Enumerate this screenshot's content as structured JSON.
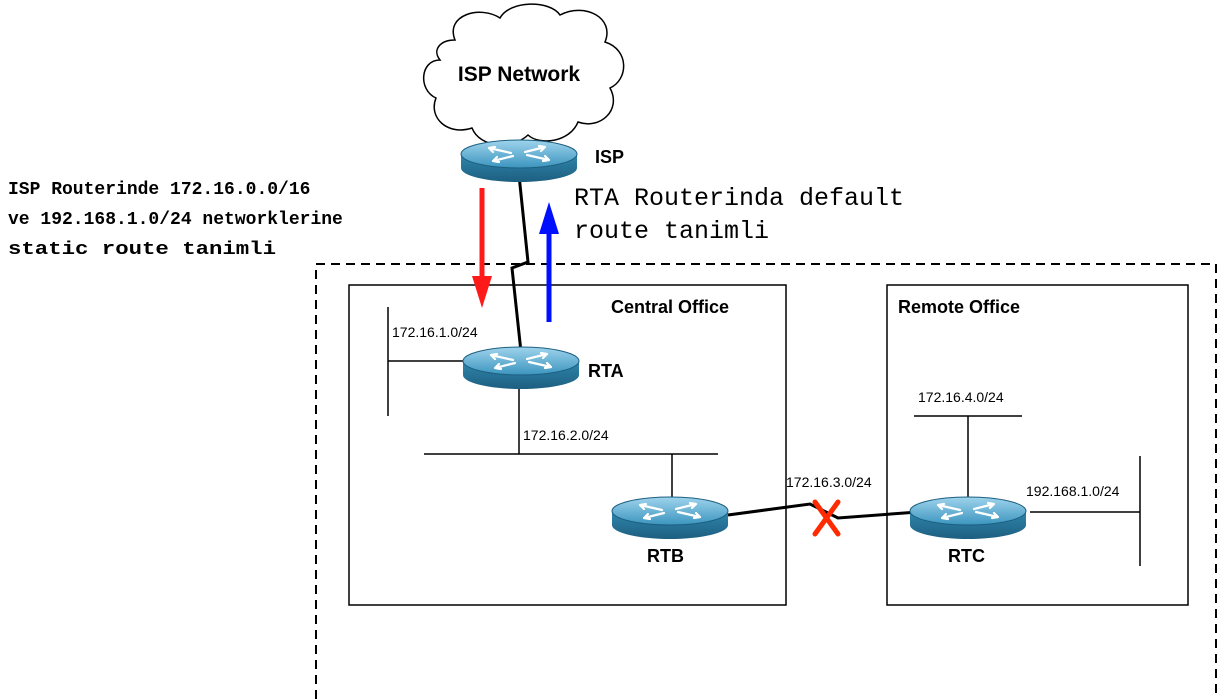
{
  "cloud": {
    "label": "ISP Network"
  },
  "routers": {
    "isp": "ISP",
    "rta": "RTA",
    "rtb": "RTB",
    "rtc": "RTC"
  },
  "offices": {
    "central": "Central Office",
    "remote": "Remote Office"
  },
  "networks": {
    "n1": "172.16.1.0/24",
    "n2": "172.16.2.0/24",
    "n3": "172.16.3.0/24",
    "n4": "172.16.4.0/24",
    "n5": "192.168.1.0/24"
  },
  "notes": {
    "isp_static": [
      "ISP Routerinde 172.16.0.0/16",
      "ve 192.168.1.0/24 networklerine",
      "static route tanimli"
    ],
    "rta_default": [
      "RTA Routerinda default",
      "route tanimli"
    ]
  },
  "colors": {
    "router_top": "#4fa3c7",
    "router_side": "#2a7ea6",
    "arrow_down": "#ff1a1a",
    "arrow_up": "#0010ff",
    "failure_mark": "#ff2a00"
  },
  "link_status": {
    "rtb_rtc": "down"
  }
}
